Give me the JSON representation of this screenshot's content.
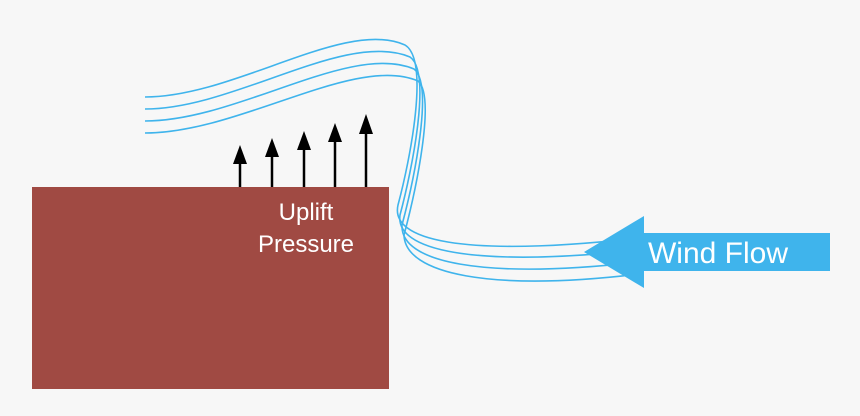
{
  "diagram": {
    "colors": {
      "background": "#f7f7f7",
      "building": "#a04a43",
      "streamline": "#3fb4ec",
      "arrow": "#000000",
      "label_text": "#ffffff"
    },
    "building_label": {
      "line1": "Uplift",
      "line2": "Pressure"
    },
    "wind_arrow": {
      "label": "Wind Flow"
    },
    "uplift_arrow_count": 5,
    "streamline_count": 4
  }
}
